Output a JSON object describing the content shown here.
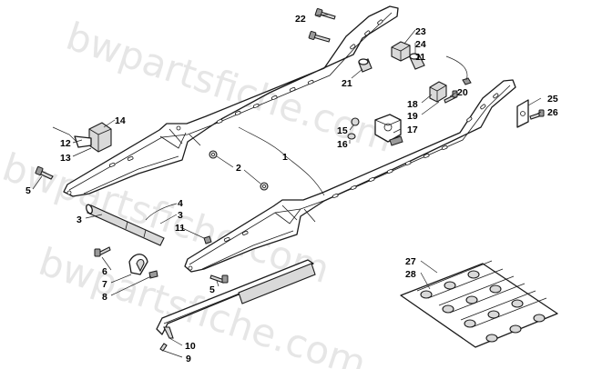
{
  "watermark": {
    "text_top": "bwpartsfiche.com",
    "text_mid": "bwpartsfiche.com",
    "text_bottom": "bwpartsfiche.com"
  },
  "callouts": {
    "c1": "1",
    "c2": "2",
    "c3a": "3",
    "c3b": "3",
    "c4": "4",
    "c5a": "5",
    "c5b": "5",
    "c6": "6",
    "c7": "7",
    "c8": "8",
    "c9": "9",
    "c10": "10",
    "c11a": "11",
    "c11b": "11",
    "c12": "12",
    "c13": "13",
    "c14": "14",
    "c15": "15",
    "c16": "16",
    "c17": "17",
    "c18": "18",
    "c19": "19",
    "c20": "20",
    "c21": "21",
    "c22": "22",
    "c23": "23",
    "c24": "24",
    "c25": "25",
    "c26": "26",
    "c27": "27",
    "c28": "28"
  },
  "colors": {
    "line": "#1a1a1a",
    "watermark": "#c9c9c9",
    "part_fill": "#d9d9d9"
  }
}
